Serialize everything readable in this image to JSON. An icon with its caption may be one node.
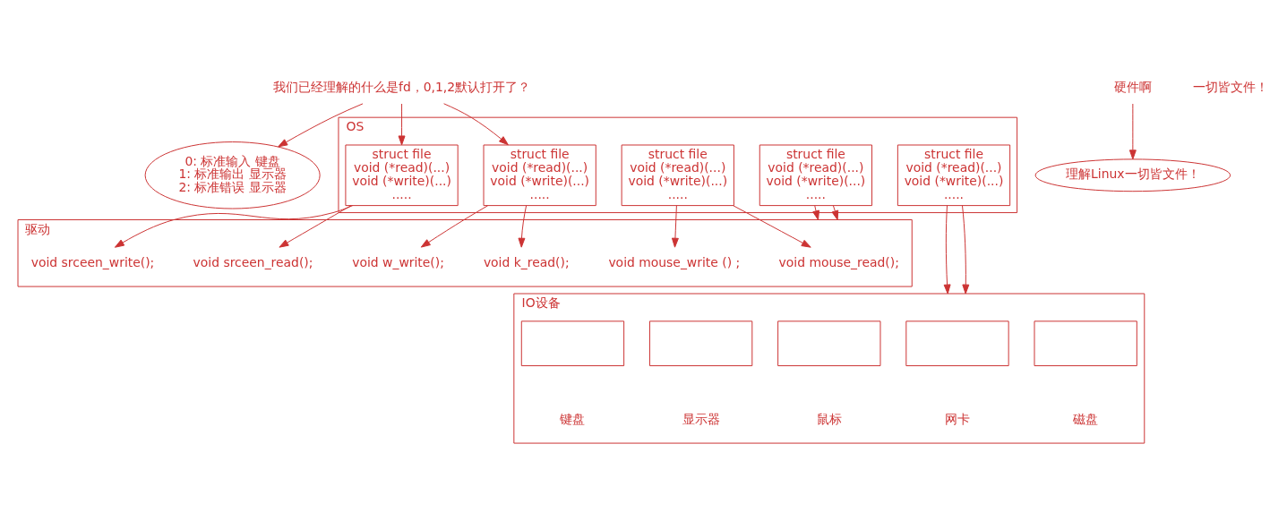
{
  "diagram": {
    "nodes": [
      {
        "text": [
          "我们已经理解的什么是fd，0,1,2默认打开了？"
        ]
      },
      {
        "text": [
          "0: 标准输入 键盘",
          "1: 标准输出 显示器",
          "2: 标准错误 显示器"
        ]
      },
      {
        "text": [
          "硬件啊"
        ]
      },
      {
        "text": [
          "理解Linux一切皆文件！"
        ]
      },
      {
        "text": [
          "OS"
        ]
      },
      {
        "text": [
          "struct file",
          "void (*read)(...)",
          "void (*write)(...)",
          "....."
        ],
        "in": 4
      },
      {
        "text": [
          "struct file",
          "void (*read)(...)",
          "void (*write)(...)",
          "....."
        ],
        "in": 4
      },
      {
        "text": [
          "struct file",
          "void (*read)(...)",
          "void (*write)(...)",
          "....."
        ],
        "in": 4
      },
      {
        "text": [
          "struct file",
          "void (*read)(...)",
          "void (*write)(...)",
          "....."
        ],
        "in": 4
      },
      {
        "text": [
          "struct file",
          "void (*read)(...)",
          "void (*write)(...)",
          "....."
        ],
        "in": 4
      },
      {
        "text": [
          "驱动"
        ]
      },
      {
        "text": [
          "void k_read();"
        ],
        "in": 10
      },
      {
        "text": [
          "void w_write();"
        ],
        "in": 10
      },
      {
        "text": [
          "void srceen_read();"
        ],
        "in": 10
      },
      {
        "text": [
          "void srceen_write();"
        ],
        "in": 10
      },
      {
        "text": [
          "void mouse_read();"
        ],
        "in": 10
      },
      {
        "text": [
          "void mouse_write () ;"
        ],
        "in": 10
      },
      {
        "text": [
          "IO设备"
        ]
      },
      {
        "text": [],
        "shape": "box",
        "in": 17,
        "beside": [
          "键盘"
        ]
      },
      {
        "text": [],
        "shape": "box",
        "in": 17,
        "beside": [
          "显示器"
        ]
      },
      {
        "text": [],
        "shape": "box",
        "in": 17,
        "beside": [
          "鼠标"
        ]
      },
      {
        "text": [],
        "shape": "box",
        "in": 17,
        "beside": [
          "网卡"
        ]
      },
      {
        "text": [],
        "shape": "box",
        "in": 17,
        "beside": [
          "磁盘"
        ]
      }
    ],
    "edges": [
      {
        "from": 0,
        "to": 1,
        "arrow": "to"
      },
      {
        "from": 0,
        "to": 5,
        "arrow": "to"
      },
      {
        "from": 0,
        "to": 6,
        "arrow": "to"
      },
      {
        "from": 2,
        "to": 3,
        "arrow": "to"
      },
      {
        "from": 5,
        "to": 11,
        "arrow": "to"
      },
      {
        "from": 5,
        "to": 12,
        "arrow": "to"
      },
      {
        "from": 6,
        "to": 13,
        "arrow": "to"
      },
      {
        "from": 6,
        "to": 14,
        "arrow": "to"
      },
      {
        "from": 7,
        "to": 15,
        "arrow": "to"
      },
      {
        "from": 7,
        "to": 16,
        "arrow": "to"
      },
      {
        "from": 8,
        "to": 17,
        "arrow": "to"
      },
      {
        "from": 8,
        "to": 17,
        "arrow": "to"
      },
      {
        "from": 9,
        "to": 10,
        "arrow": "to"
      },
      {
        "from": 9,
        "to": 10,
        "arrow": "to"
      }
    ],
    "labels": [
      "一切皆文件！"
    ]
  }
}
